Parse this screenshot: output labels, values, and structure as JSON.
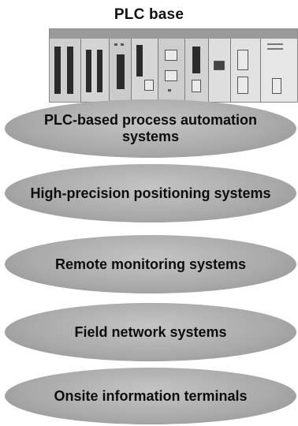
{
  "title": "PLC base",
  "image": {
    "name": "plc-hardware-rack"
  },
  "layers": [
    "PLC-based process automation systems",
    "High-precision positioning systems",
    "Remote monitoring systems",
    "Field network systems",
    "Onsite information terminals"
  ]
}
